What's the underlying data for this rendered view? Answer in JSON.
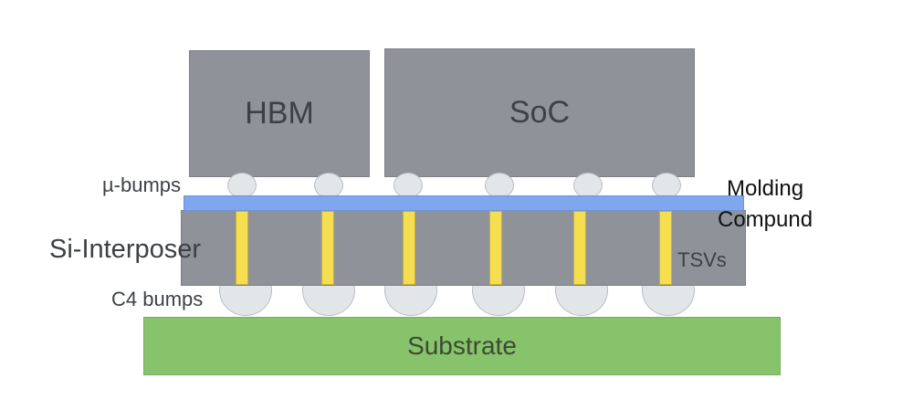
{
  "dies": {
    "hbm": "HBM",
    "soc": "SoC"
  },
  "substrate": "Substrate",
  "labels": {
    "micro_bumps": "µ-bumps",
    "interposer": "Si-Interposer",
    "c4_bumps": "C4 bumps",
    "tsvs": "TSVs",
    "molding_line1": "Molding",
    "molding_line2": "Compund"
  },
  "colors": {
    "die": "#8f9399",
    "molding": "#7fa7ee",
    "tsv": "#f5de4f",
    "bump": "#e3e6e9",
    "substrate": "#86c36b"
  }
}
